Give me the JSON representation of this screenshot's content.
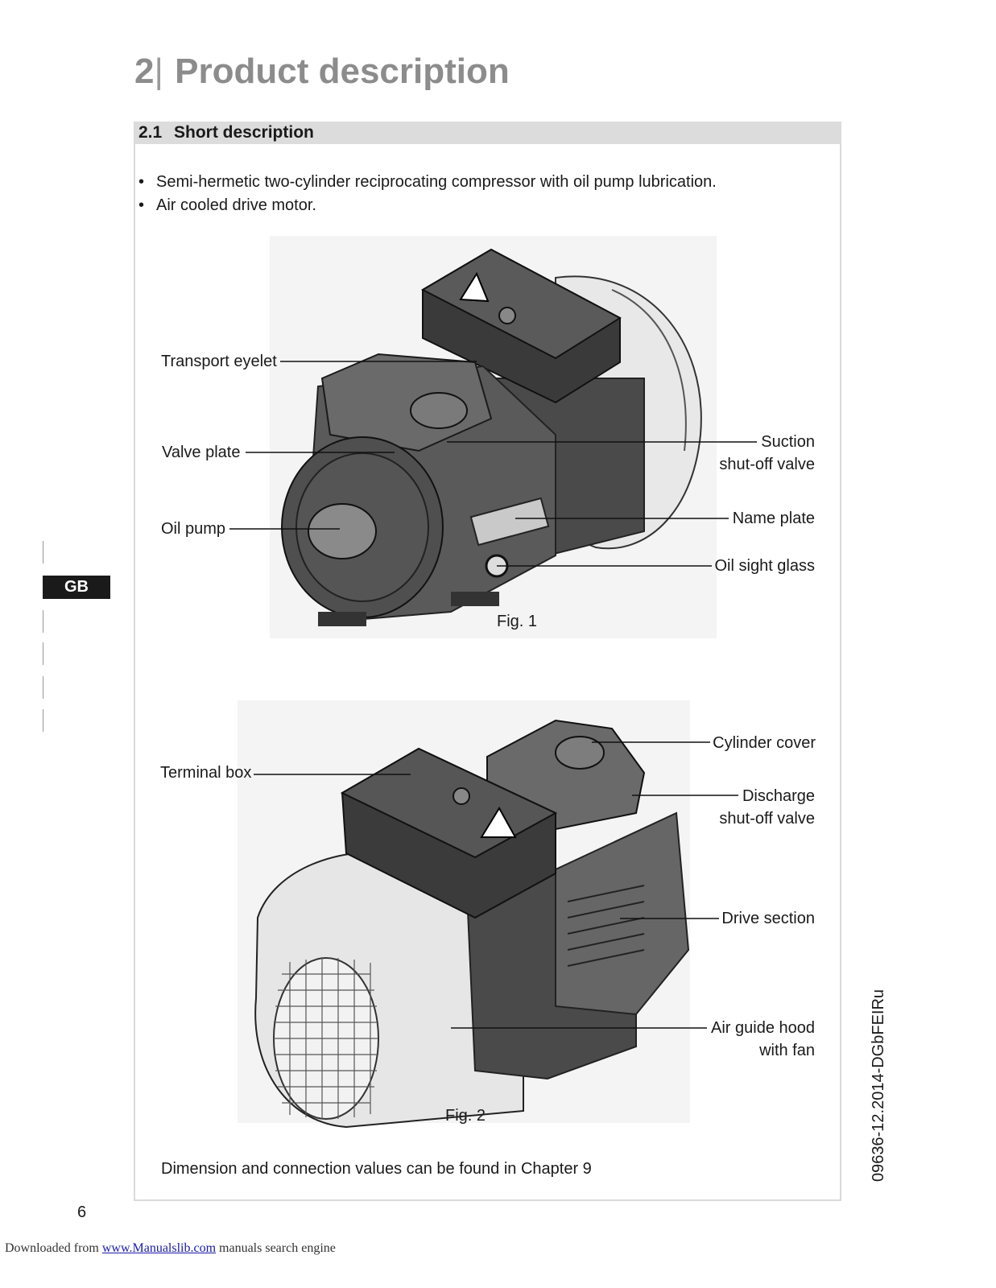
{
  "chapter": {
    "number": "2",
    "title": "Product description"
  },
  "section": {
    "number": "2.1",
    "title": "Short description"
  },
  "bullets": [
    "Semi-hermetic two-cylinder reciprocating compressor with oil pump lubrication.",
    "Air cooled drive motor."
  ],
  "figure1": {
    "caption": "Fig. 1",
    "labels": {
      "transport_eyelet": "Transport eyelet",
      "valve_plate": "Valve plate",
      "oil_pump": "Oil pump",
      "suction_1": "Suction",
      "suction_2": "shut-off valve",
      "name_plate": "Name plate",
      "oil_sight_glass": "Oil sight glass"
    }
  },
  "figure2": {
    "caption": "Fig. 2",
    "labels": {
      "terminal_box": "Terminal box",
      "cylinder_cover": "Cylinder cover",
      "discharge_1": "Discharge",
      "discharge_2": "shut-off valve",
      "drive_section": "Drive section",
      "air_guide_1": "Air guide hood",
      "air_guide_2": "with fan"
    }
  },
  "dimension_note": "Dimension and connection values can be found in Chapter 9",
  "language_tab": "GB",
  "page_number": "6",
  "doc_code": "09636-12.2014-DGbFEIRu",
  "footer": {
    "prefix": "Downloaded from",
    "link": "www.Manualslib.com",
    "suffix": "manuals search engine"
  }
}
